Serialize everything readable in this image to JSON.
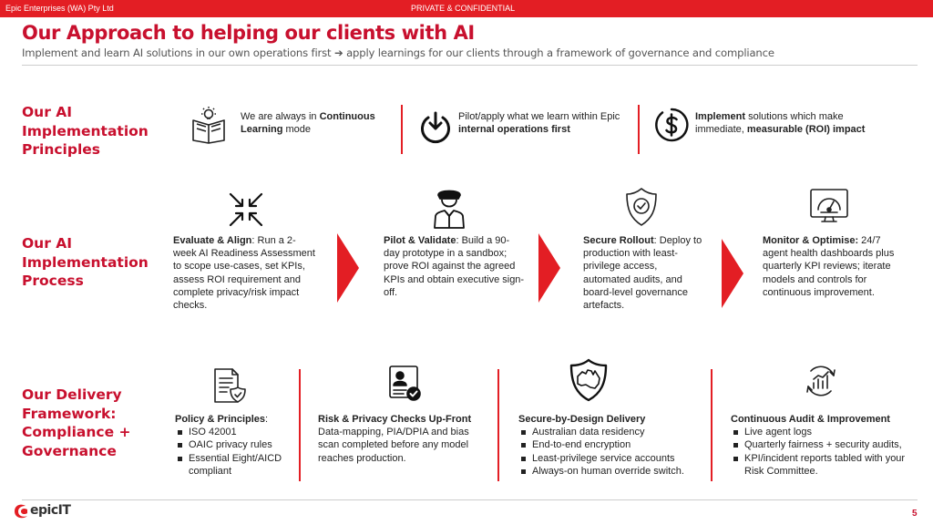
{
  "header": {
    "company": "Epic Enterprises (WA) Pty Ltd",
    "confidential": "PRIVATE & CONFIDENTIAL"
  },
  "title": "Our Approach to helping our clients with AI",
  "subtitle": "Implement and learn AI solutions in our own operations first ➔ apply learnings for our clients through a framework of governance and compliance",
  "colors": {
    "accent": "#e31e24",
    "title": "#c8102e"
  },
  "principles": {
    "label": "Our AI Implementation Principles",
    "items": [
      {
        "icon": "book-learning-icon",
        "pre": "We are always in ",
        "bold": "Continuous Learning",
        "post": " mode"
      },
      {
        "icon": "download-arrow-circle-icon",
        "pre": "Pilot/apply what we learn within Epic ",
        "bold": "internal operations first",
        "post": ""
      },
      {
        "icon": "dollar-icon",
        "bold1": "Implement",
        "mid": " solutions which make immediate, ",
        "bold2": "measurable (ROI) impact"
      }
    ]
  },
  "process": {
    "label": "Our AI Implementation Process",
    "steps": [
      {
        "icon": "arrows-in-icon",
        "title": "Evaluate & Align",
        "sep": ":",
        "text": " Run a 2-week AI Readiness Assessment to scope use-cases, set KPIs, assess ROI requirement and complete privacy/risk impact checks."
      },
      {
        "icon": "pilot-icon",
        "title": "Pilot & Validate",
        "sep": ":",
        "text": " Build a 90-day prototype in a sandbox; prove ROI against the agreed KPIs and obtain executive sign-off."
      },
      {
        "icon": "shield-check-icon",
        "title": "Secure Rollout",
        "sep": ":",
        "text": " Deploy to production with least-privilege access, automated audits, and board-level governance artefacts."
      },
      {
        "icon": "dashboard-gauge-icon",
        "title": "Monitor & Optimise:",
        "sep": "",
        "text": " 24/7 agent health dashboards plus quarterly KPI reviews; iterate models and controls for continuous improvement."
      }
    ]
  },
  "framework": {
    "label": "Our Delivery Framework: Compliance + Governance",
    "cols": [
      {
        "icon": "policy-document-icon",
        "title": "Policy & Principles",
        "sep": ":",
        "bullets": [
          "ISO 42001",
          "OAIC privacy rules",
          "Essential Eight/AICD compliant"
        ]
      },
      {
        "icon": "id-card-check-icon",
        "title": "Risk & Privacy Checks Up-Front",
        "text": "Data-mapping, PIA/DPIA and bias scan completed before any model reaches production."
      },
      {
        "icon": "australia-shield-icon",
        "title": "Secure-by-Design Delivery",
        "bullets": [
          "Australian data residency",
          "End-to-end encryption",
          "Least-privilege service accounts",
          "Always-on human override switch."
        ]
      },
      {
        "icon": "continuous-improvement-icon",
        "title": "Continuous Audit & Improvement",
        "bullets": [
          "Live agent logs",
          "Quarterly fairness + security audits,",
          "KPI/incident reports tabled with your Risk Committee."
        ]
      }
    ]
  },
  "footer": {
    "logo": "epicIT",
    "page": "5"
  }
}
